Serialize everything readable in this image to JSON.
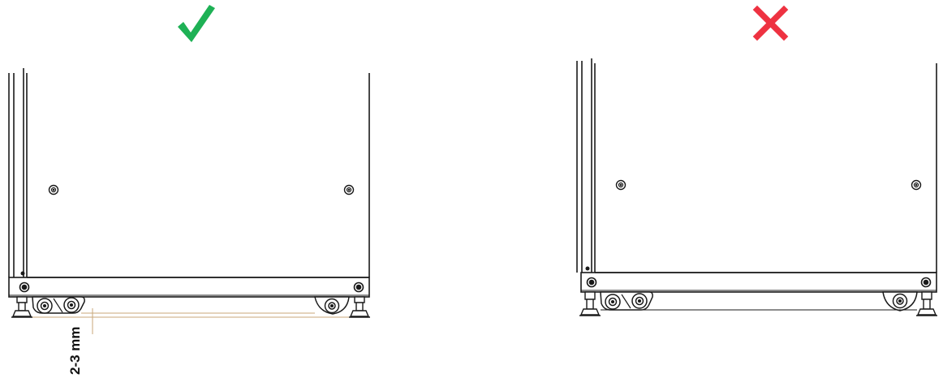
{
  "panels": [
    {
      "id": "correct",
      "mark": "check-icon",
      "mark_color": "#1eb155"
    },
    {
      "id": "incorrect",
      "mark": "cross-icon",
      "mark_color": "#ee3241"
    }
  ],
  "dimension": {
    "label": "2-3 mm"
  },
  "colors": {
    "line": "#1a1a1a",
    "dimension_line": "#c8a778"
  }
}
